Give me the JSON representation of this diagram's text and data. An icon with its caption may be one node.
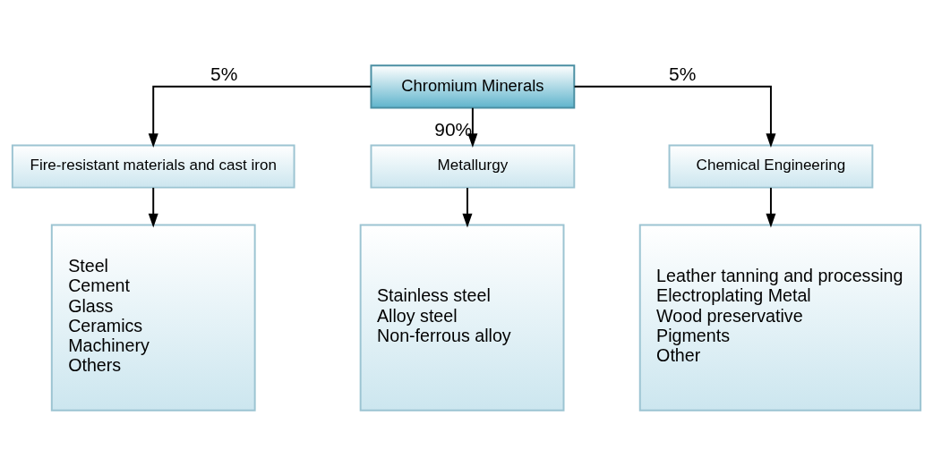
{
  "diagram": {
    "nodes": [
      {
        "text": [
          "Chromium Minerals"
        ]
      },
      {
        "text": [
          "Fire-resistant materials and cast iron"
        ]
      },
      {
        "text": [
          "Metallurgy"
        ]
      },
      {
        "text": [
          "Chemical Engineering"
        ]
      },
      {
        "text": [
          "Steel",
          "Cement",
          "Glass",
          "Ceramics",
          "Machinery",
          "Others"
        ]
      },
      {
        "text": [
          "Stainless steel",
          "Alloy steel",
          "Non-ferrous alloy"
        ]
      },
      {
        "text": [
          "Leather tanning and processing",
          "Electroplating Metal",
          "Wood preservative",
          "Pigments",
          "Other"
        ]
      }
    ],
    "edges": [
      {
        "from": 0,
        "to": 1,
        "arrow": "to",
        "label": "5%"
      },
      {
        "from": 0,
        "to": 2,
        "arrow": "to",
        "label": "90%"
      },
      {
        "from": 0,
        "to": 3,
        "arrow": "to",
        "label": "5%"
      },
      {
        "from": 1,
        "to": 4,
        "arrow": "to"
      },
      {
        "from": 2,
        "to": 5,
        "arrow": "to"
      },
      {
        "from": 3,
        "to": 6,
        "arrow": "to"
      }
    ]
  }
}
